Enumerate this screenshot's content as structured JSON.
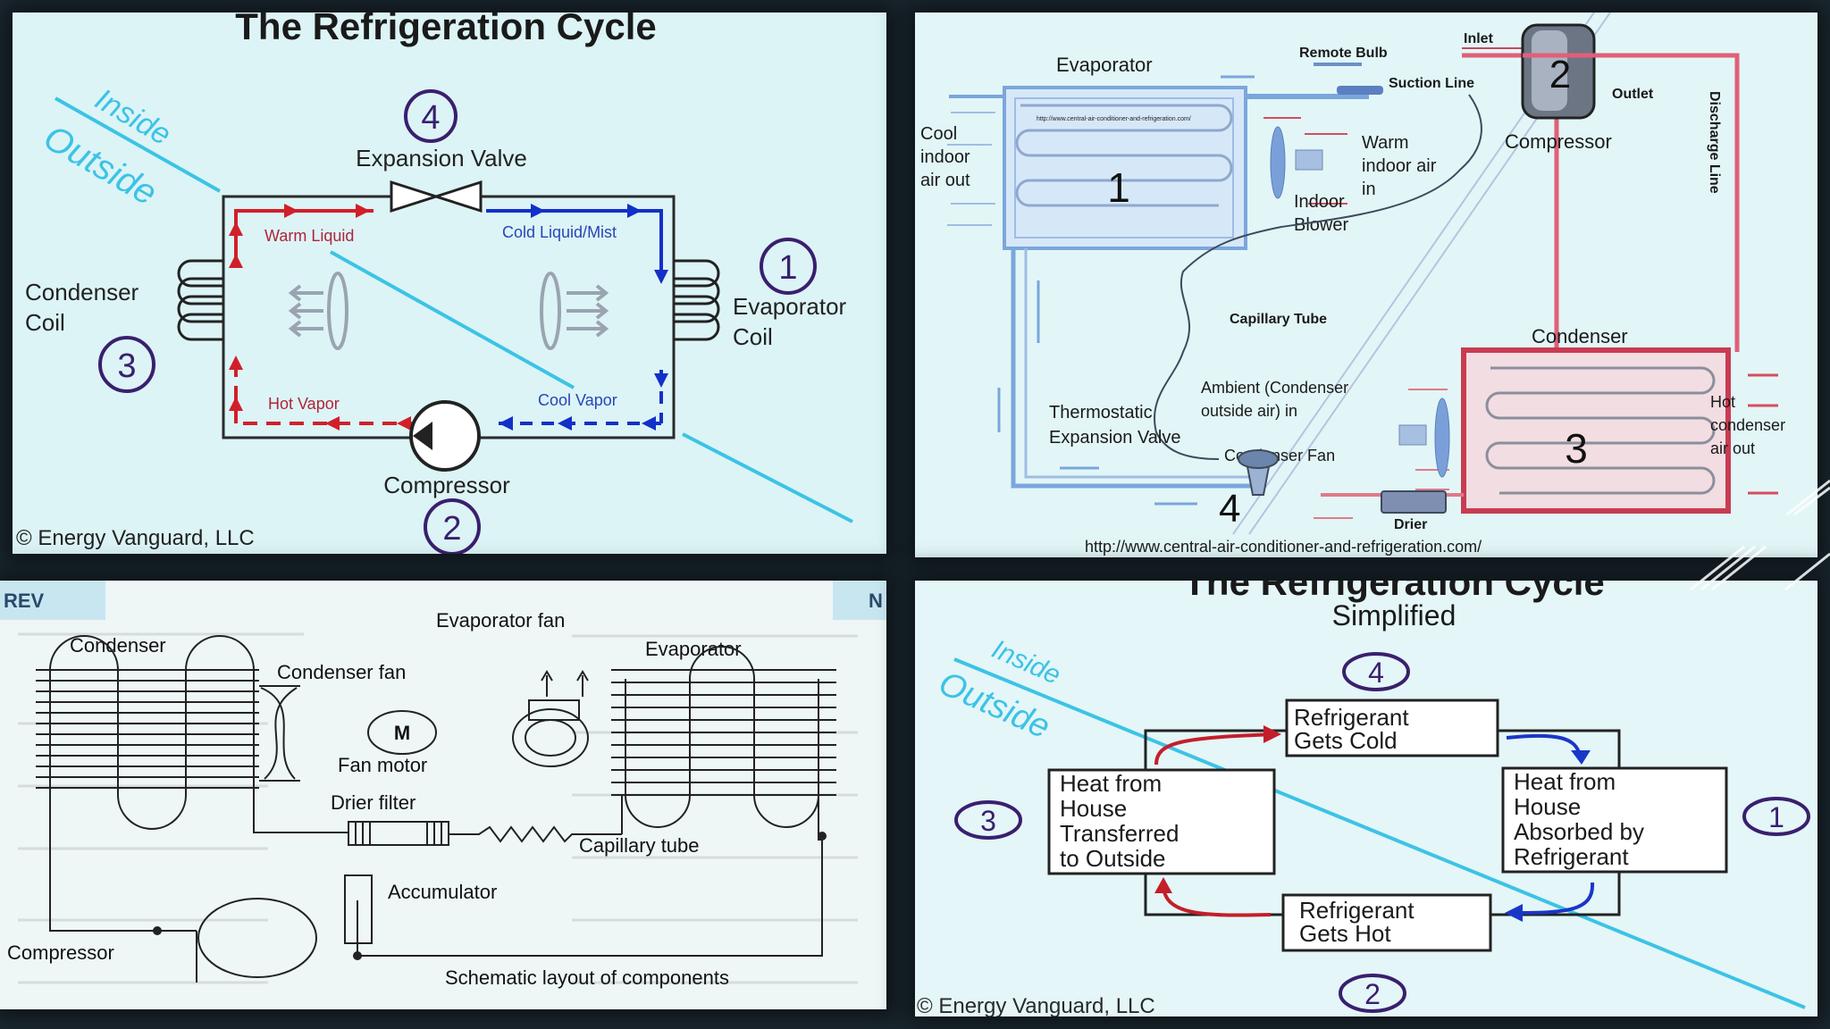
{
  "panel_tl": {
    "title": "The Refrigeration Cycle",
    "inside": "Inside",
    "outside": "Outside",
    "n1": "1",
    "n2": "2",
    "n3": "3",
    "n4": "4",
    "expansion_valve": "Expansion Valve",
    "warm_liquid": "Warm Liquid",
    "cold_liquid": "Cold Liquid/Mist",
    "condenser_coil_1": "Condenser",
    "condenser_coil_2": "Coil",
    "evaporator_coil_1": "Evaporator",
    "evaporator_coil_2": "Coil",
    "hot_vapor": "Hot Vapor",
    "cool_vapor": "Cool Vapor",
    "compressor": "Compressor",
    "copyright": "© Energy Vanguard, LLC",
    "colors": {
      "hot": "#d11f2a",
      "cold": "#1330c8",
      "divider": "#3cc3e6",
      "circle": "#3a1f6e"
    }
  },
  "panel_tr": {
    "evaporator": "Evaporator",
    "remote_bulb": "Remote Bulb",
    "suction_line": "Suction Line",
    "inlet": "Inlet",
    "outlet": "Outlet",
    "n2": "2",
    "compressor": "Compressor",
    "discharge_line": "Discharge Line",
    "cool_indoor_1": "Cool",
    "cool_indoor_2": "indoor",
    "cool_indoor_3": "air out",
    "url_small": "http://www.central-air-conditioner-and-refrigeration.com/",
    "n1": "1",
    "warm_indoor_1": "Warm",
    "warm_indoor_2": "indoor air",
    "warm_indoor_3": "in",
    "indoor_blower_1": "Indoor",
    "indoor_blower_2": "Blower",
    "capillary_tube": "Capillary Tube",
    "condenser": "Condenser",
    "ambient_1": "Ambient (Condenser",
    "ambient_2": "outside air) in",
    "thermostatic_1": "Thermostatic",
    "thermostatic_2": "Expansion Valve",
    "condenser_fan": "Condenser  Fan",
    "n3": "3",
    "hot_condenser_1": "Hot",
    "hot_condenser_2": "condenser",
    "hot_condenser_3": "air out",
    "n4": "4",
    "drier": "Drier",
    "url": "http://www.central-air-conditioner-and-refrigeration.com/"
  },
  "panel_bl": {
    "tab_prev": "REV",
    "tab_next": "N",
    "evaporator_fan": "Evaporator fan",
    "condenser": "Condenser",
    "evaporator": "Evaporator",
    "condenser_fan": "Condenser fan",
    "motor": "M",
    "fan_motor": "Fan motor",
    "drier_filter": "Drier filter",
    "capillary_tube": "Capillary tube",
    "accumulator": "Accumulator",
    "compressor": "Compressor",
    "caption": "Schematic layout of components"
  },
  "panel_br": {
    "title": "The Refrigeration Cycle",
    "subtitle": "Simplified",
    "inside": "Inside",
    "outside": "Outside",
    "n1": "1",
    "n2": "2",
    "n3": "3",
    "n4": "4",
    "box_top_1": "Refrigerant",
    "box_top_2": "Gets Cold",
    "box_left_1": "Heat from",
    "box_left_2": "House",
    "box_left_3": "Transferred",
    "box_left_4": "to Outside",
    "box_right_1": "Heat from",
    "box_right_2": "House",
    "box_right_3": "Absorbed by",
    "box_right_4": "Refrigerant",
    "box_bottom_1": "Refrigerant",
    "box_bottom_2": "Gets Hot",
    "copyright": "© Energy Vanguard, LLC"
  }
}
